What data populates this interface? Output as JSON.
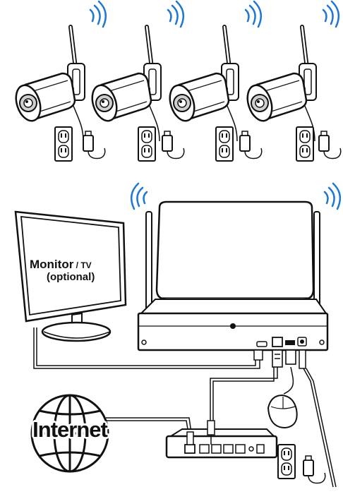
{
  "monitor": {
    "label_main": "Monitor",
    "label_sub": " / TV",
    "label_optional": "(optional)"
  },
  "network": {
    "internet_label": "Internet"
  },
  "colors": {
    "wifi_waves": "#1f77d0",
    "outline": "#111111",
    "device_fill": "#ffffff",
    "camera_lens": "#cfcfcf"
  },
  "icons": [
    "camera-icon",
    "wifi-waves-icon",
    "power-outlet-icon",
    "power-adapter-icon",
    "monitor-icon",
    "nvr-icon",
    "router-icon",
    "mouse-icon",
    "globe-icon"
  ]
}
